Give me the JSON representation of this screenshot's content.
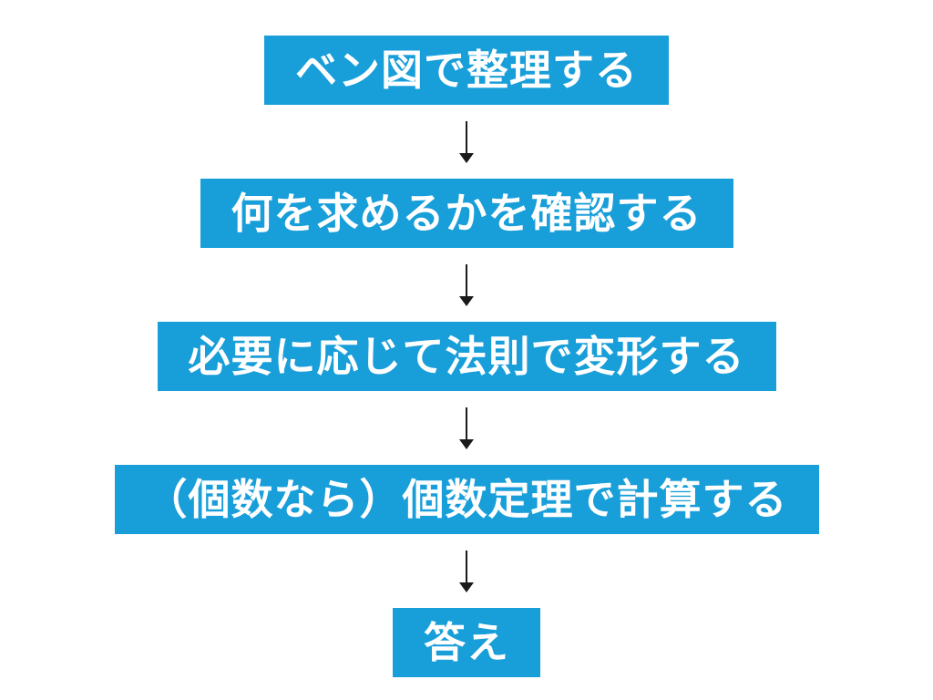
{
  "diagram": {
    "title": "venn-diagram-problem-solving-flow",
    "background_color": "#ffffff",
    "box_color": "#189ed9",
    "box_text_color": "#ffffff",
    "arrow_color": "#1a1a1a",
    "arrow_icon": "down-arrow",
    "steps": [
      {
        "label": "ベン図で整理する"
      },
      {
        "label": "何を求めるかを確認する"
      },
      {
        "label": "必要に応じて法則で変形する"
      },
      {
        "label": "（個数なら）個数定理で計算する"
      },
      {
        "label": "答え"
      }
    ]
  }
}
